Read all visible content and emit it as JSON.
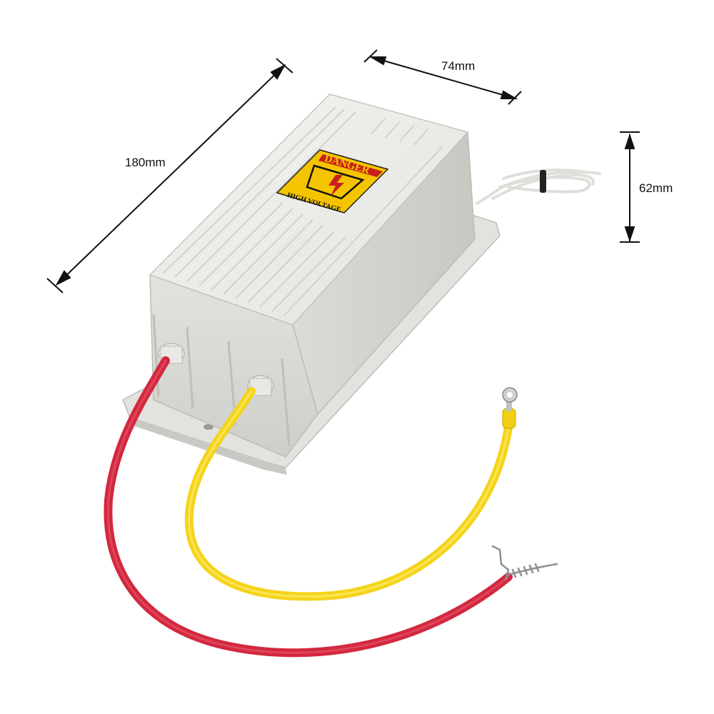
{
  "dimensions": {
    "length": "180mm",
    "width": "74mm",
    "height": "62mm"
  },
  "label": {
    "top_text": "DANGER",
    "bottom_text": "HIGH VOLTAGE"
  },
  "colors": {
    "housing": "#e6e6e2",
    "red_wire": "#d3283f",
    "yellow_wire": "#f4d41c",
    "label_yellow": "#f5c400",
    "label_red": "#c8201c"
  }
}
